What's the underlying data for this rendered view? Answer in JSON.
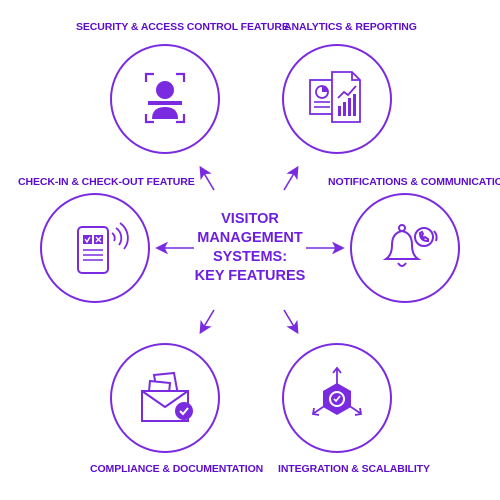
{
  "center": {
    "lines": [
      "VISITOR",
      "MANAGEMENT",
      "SYSTEMS:",
      "KEY FEATURES"
    ]
  },
  "features": {
    "security": "SECURITY & ACCESS CONTROL FEATURE",
    "analytics": "ANALYTICS & REPORTING",
    "checkin": "CHECK-IN & CHECK-OUT FEATURE",
    "notifications": "NOTIFICATIONS & COMMUNICATION",
    "compliance": "COMPLIANCE & DOCUMENTATION",
    "integration": "INTEGRATION & SCALABILITY"
  },
  "colors": {
    "accent": "#7a2be0",
    "text": "#5b0ccd"
  },
  "icons": {
    "security": "face-scan-icon",
    "analytics": "report-chart-icon",
    "checkin": "mobile-checkin-icon",
    "notifications": "bell-phone-icon",
    "compliance": "document-envelope-icon",
    "integration": "gear-network-icon"
  }
}
